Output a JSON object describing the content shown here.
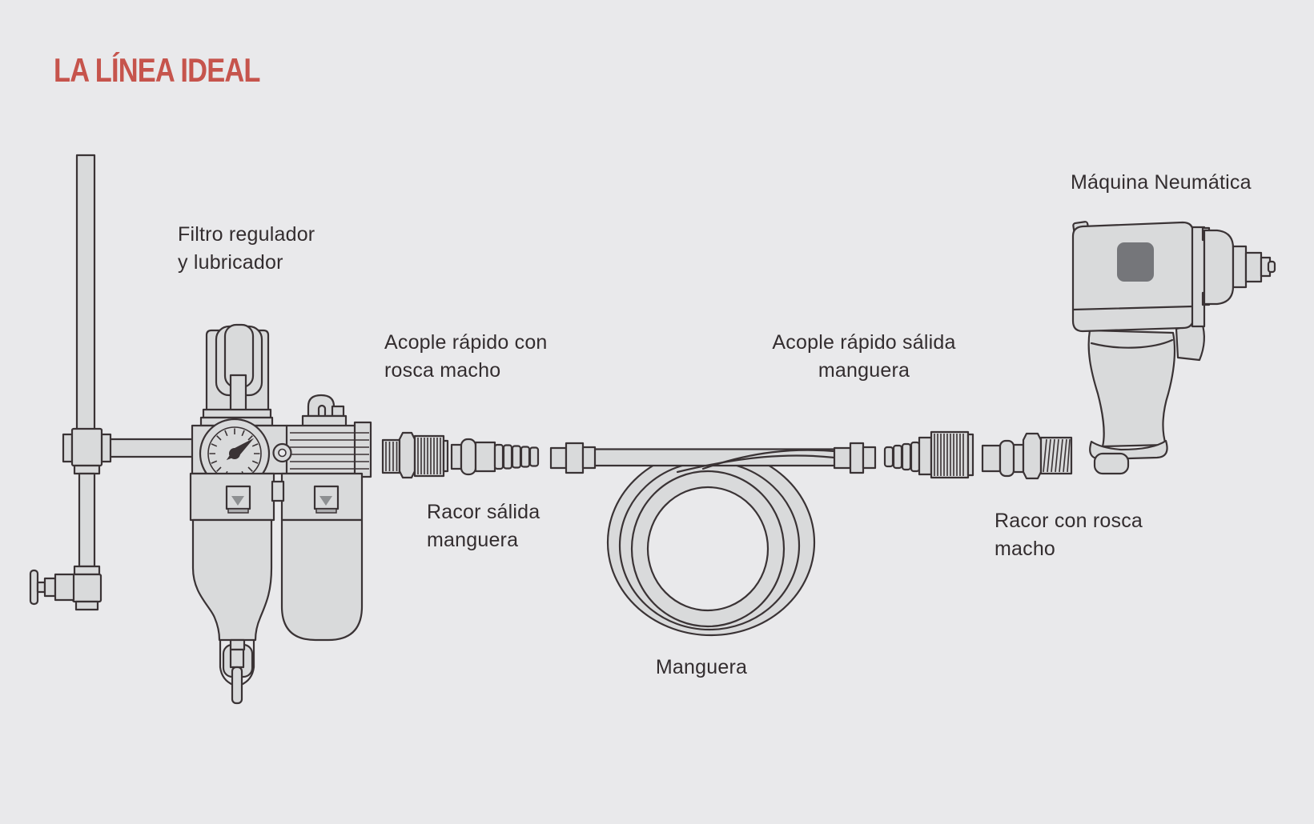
{
  "title": "LA LÍNEA IDEAL",
  "colors": {
    "background": "#e9e9eb",
    "title_red": "#c6544c",
    "line": "#3a3335",
    "component_fill": "#d9dadb",
    "label_text": "#332d2f",
    "machine_panel": "#75767a",
    "clamp_arrow": "#8e9092"
  },
  "labels": {
    "filter_regulator": {
      "lines": [
        "Filtro regulador",
        "y lubricador"
      ]
    },
    "quick_coupling_male_thread": {
      "lines": [
        "Acople rápido con",
        "rosca macho"
      ]
    },
    "hose_outlet_fitting": {
      "lines": [
        "Racor sálida",
        "manguera"
      ]
    },
    "hose": {
      "lines": [
        "Manguera"
      ]
    },
    "quick_coupling_hose_outlet": {
      "lines": [
        "Acople rápido sálida",
        "manguera"
      ]
    },
    "male_thread_fitting": {
      "lines": [
        "Racor con rosca",
        "macho"
      ]
    },
    "pneumatic_machine": {
      "lines": [
        "Máquina Neumática"
      ]
    }
  }
}
